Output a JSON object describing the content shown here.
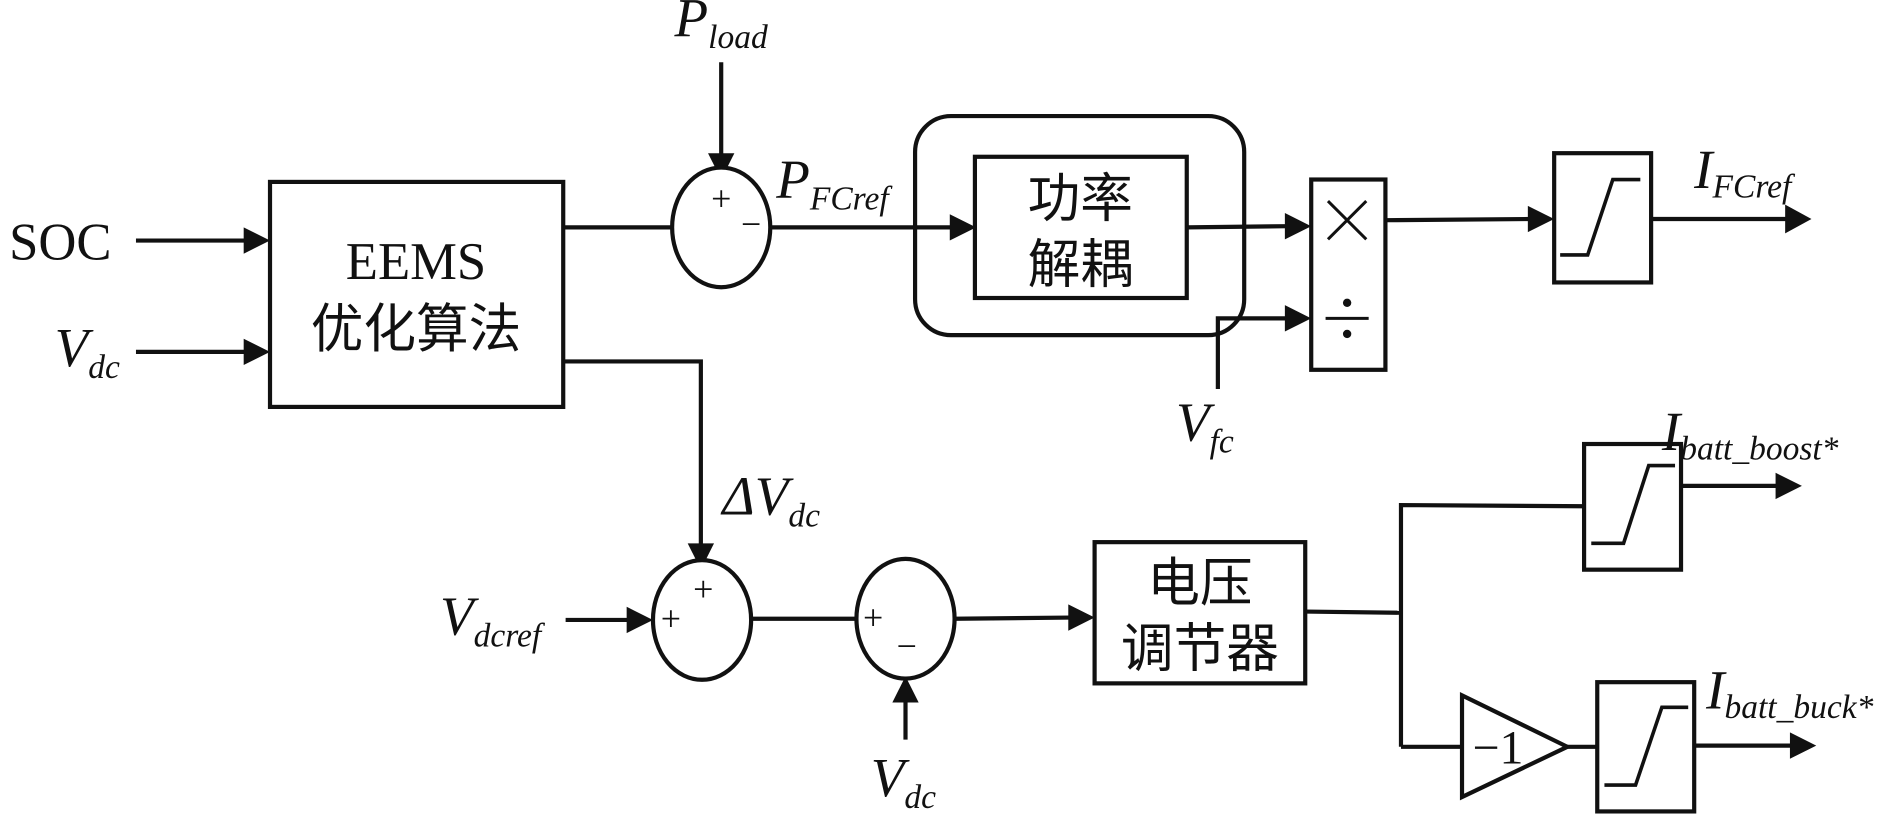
{
  "diagram": {
    "inputs": {
      "soc": "SOC",
      "vdc_main": "V",
      "vdc_main_sub": "dc",
      "pload": "P",
      "pload_sub": "load",
      "vfc": "V",
      "vfc_sub": "fc",
      "vdcref": "V",
      "vdcref_sub": "dcref",
      "vdc_feedback": "V",
      "vdc_feedback_sub": "dc"
    },
    "signals": {
      "pfcref": "P",
      "pfcref_sub": "FCref",
      "delta_vdc_prefix": "ΔV",
      "delta_vdc_sub": "dc"
    },
    "outputs": {
      "ifcref": "I",
      "ifcref_sub": "FCref",
      "ibatt_boost": "I",
      "ibatt_boost_sub": "batt_boost*",
      "ibatt_buck": "I",
      "ibatt_buck_sub": "batt_buck*"
    },
    "blocks": {
      "eems_line1": "EEMS",
      "eems_line2": "优化算法",
      "decoupling_line1": "功率",
      "decoupling_line2": "解耦",
      "regulator_line1": "电压",
      "regulator_line2": "调节器",
      "gain": "−1",
      "mul_symbol": "×",
      "div_symbol": "÷"
    },
    "junction_signs": {
      "sum1_top": "+",
      "sum1_right": "−",
      "sum2_top": "+",
      "sum2_left": "+",
      "sum3_left": "+",
      "sum3_bottom": "−"
    }
  }
}
